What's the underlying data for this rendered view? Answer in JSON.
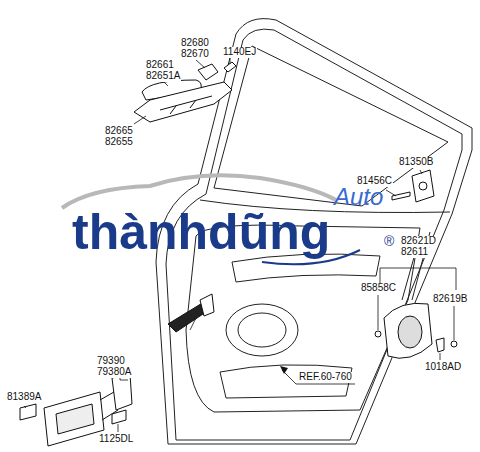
{
  "diagram": {
    "labels": [
      "82680",
      "82670",
      "1140EJ",
      "82661",
      "82651A",
      "82665",
      "82655",
      "81350B",
      "81456C",
      "82621D",
      "82611",
      "85858C",
      "82619B",
      "1018AD",
      "79390",
      "79380A",
      "81389A",
      "1125DL",
      "REF.60-760",
      "thànhdũng",
      "Auto",
      "®"
    ]
  }
}
